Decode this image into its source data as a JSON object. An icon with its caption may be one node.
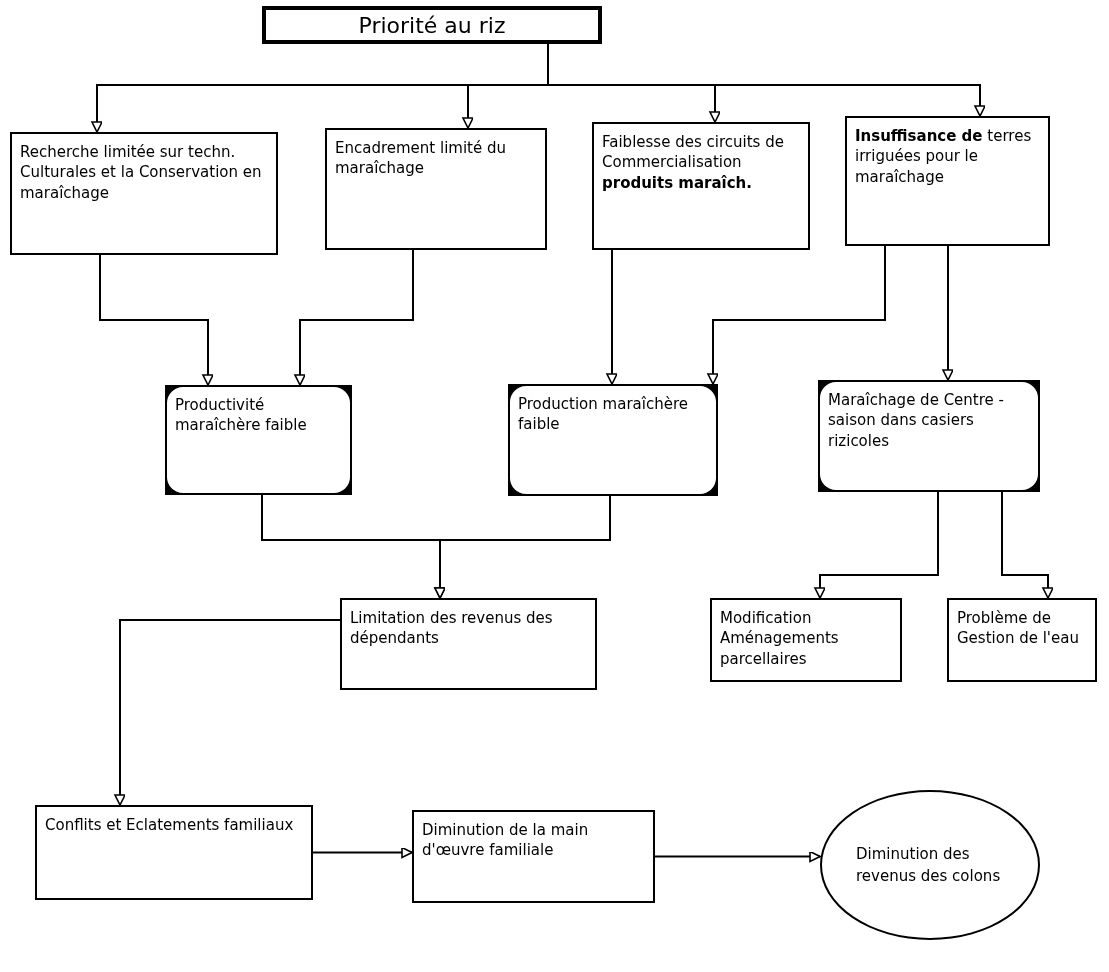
{
  "diagram": {
    "nodes": [
      {
        "text": [
          "Priorité au riz"
        ]
      },
      {
        "text": [
          "Recherche limitée sur techn. Culturales et la Conservation en maraîchage"
        ]
      },
      {
        "text": [
          "Encadrement limité du maraîchage"
        ]
      },
      {
        "text": [
          "Faiblesse des circuits de Commercialisation **produits maraîch.**"
        ]
      },
      {
        "text": [
          "**Insuffisance de** terres irriguées pour le maraîchage"
        ]
      },
      {
        "text": [
          "Productivité maraîchère faible"
        ]
      },
      {
        "text": [
          "Production maraîchère faible"
        ]
      },
      {
        "text": [
          "Maraîchage de Centre - saison dans casiers rizicoles"
        ]
      },
      {
        "text": [
          "Modification Aménagements parcellaires"
        ]
      },
      {
        "text": [
          "Problème de Gestion de l'eau"
        ]
      },
      {
        "text": [
          "Limitation des revenus des dépendants"
        ]
      },
      {
        "text": [
          "Conflits et Eclatements familiaux"
        ]
      },
      {
        "text": [
          "Diminution de la main d'œuvre familiale"
        ]
      },
      {
        "text": [
          "Diminution des revenus des colons"
        ]
      }
    ],
    "edges": [
      {
        "from": 0,
        "to": 1,
        "arrow": "to"
      },
      {
        "from": 0,
        "to": 2,
        "arrow": "to"
      },
      {
        "from": 0,
        "to": 3,
        "arrow": "to"
      },
      {
        "from": 0,
        "to": 4,
        "arrow": "to"
      },
      {
        "from": 1,
        "to": 5,
        "arrow": "to"
      },
      {
        "from": 2,
        "to": 5,
        "arrow": "to"
      },
      {
        "from": 3,
        "to": 6,
        "arrow": "to"
      },
      {
        "from": 4,
        "to": 6,
        "arrow": "to"
      },
      {
        "from": 4,
        "to": 7,
        "arrow": "to"
      },
      {
        "from": 5,
        "to": 10,
        "arrow": "to"
      },
      {
        "from": 6,
        "to": 10,
        "arrow": "to"
      },
      {
        "from": 7,
        "to": 8,
        "arrow": "to"
      },
      {
        "from": 7,
        "to": 9,
        "arrow": "to"
      },
      {
        "from": 10,
        "to": 11,
        "arrow": "to"
      },
      {
        "from": 11,
        "to": 12,
        "arrow": "to"
      },
      {
        "from": 12,
        "to": 13,
        "arrow": "to"
      }
    ]
  }
}
